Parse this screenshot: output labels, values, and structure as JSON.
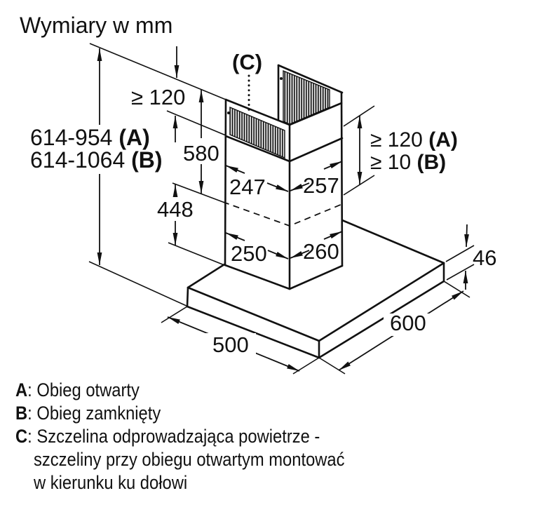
{
  "title": "Wymiary w mm",
  "colors": {
    "ink": "#111111",
    "paper": "#ffffff"
  },
  "diagram": {
    "c_label": "(C)",
    "dims": {
      "overall_a": {
        "value": "614-954 ",
        "suffix": "(A)"
      },
      "overall_b": {
        "value": "614-1064 ",
        "suffix": "(B)"
      },
      "ceiling_clearance": "≥ 120",
      "chimney_upper": "580",
      "chimney_lower": "448",
      "duct_front_top": "247",
      "duct_side_top": "257",
      "duct_front_bottom": "250",
      "duct_side_bottom": "260",
      "top_clearance_a": {
        "value": "≥ 120 ",
        "suffix": "(A)"
      },
      "top_clearance_b": {
        "value": "≥ 10 ",
        "suffix": "(B)"
      },
      "body_height": "46",
      "body_depth": "500",
      "body_width": "600"
    }
  },
  "legend": {
    "items": [
      {
        "key": "A",
        "text": ": Obieg otwarty"
      },
      {
        "key": "B",
        "text": ": Obieg zamknięty"
      },
      {
        "key": "C",
        "text": ": Szczelina odprowadzająca powietrze -"
      },
      {
        "key": "",
        "text": "szczeliny przy obiegu otwartym montować"
      },
      {
        "key": "",
        "text": "w kierunku ku dołowi"
      }
    ]
  }
}
